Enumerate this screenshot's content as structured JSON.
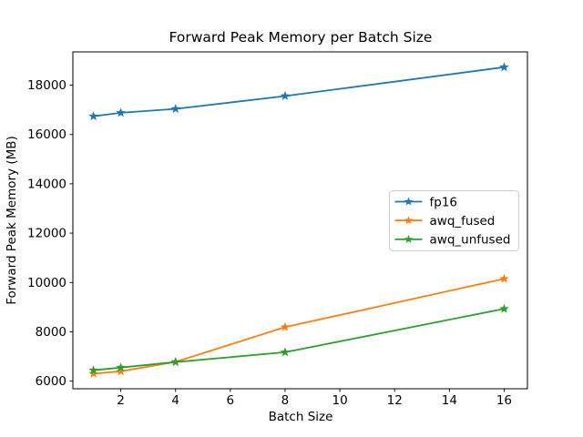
{
  "figure": {
    "background": "#ffffff"
  },
  "chart_data": {
    "type": "line",
    "title": "Forward Peak Memory per Batch Size",
    "xlabel": "Batch Size",
    "ylabel": "Forward Peak Memory (MB)",
    "x": [
      1,
      2,
      4,
      8,
      16
    ],
    "series": [
      {
        "name": "fp16",
        "color": "#1f77b4",
        "marker": "star",
        "values": [
          16740,
          16880,
          17040,
          17560,
          18730
        ]
      },
      {
        "name": "awq_fused",
        "color": "#ff7f0e",
        "marker": "star",
        "values": [
          6300,
          6400,
          6780,
          8190,
          10150
        ]
      },
      {
        "name": "awq_unfused",
        "color": "#2ca02c",
        "marker": "star",
        "values": [
          6440,
          6550,
          6770,
          7170,
          8930
        ]
      }
    ],
    "xticks": [
      2,
      4,
      6,
      8,
      10,
      12,
      14,
      16
    ],
    "yticks": [
      6000,
      8000,
      10000,
      12000,
      14000,
      16000,
      18000
    ],
    "xlim": [
      0.25,
      16.85
    ],
    "ylim": [
      5690,
      19350
    ],
    "grid": false,
    "legend_position": "center-right",
    "axis_color": "#000000",
    "legend_border_color": "#cccccc",
    "legend_background": "#ffffff"
  }
}
